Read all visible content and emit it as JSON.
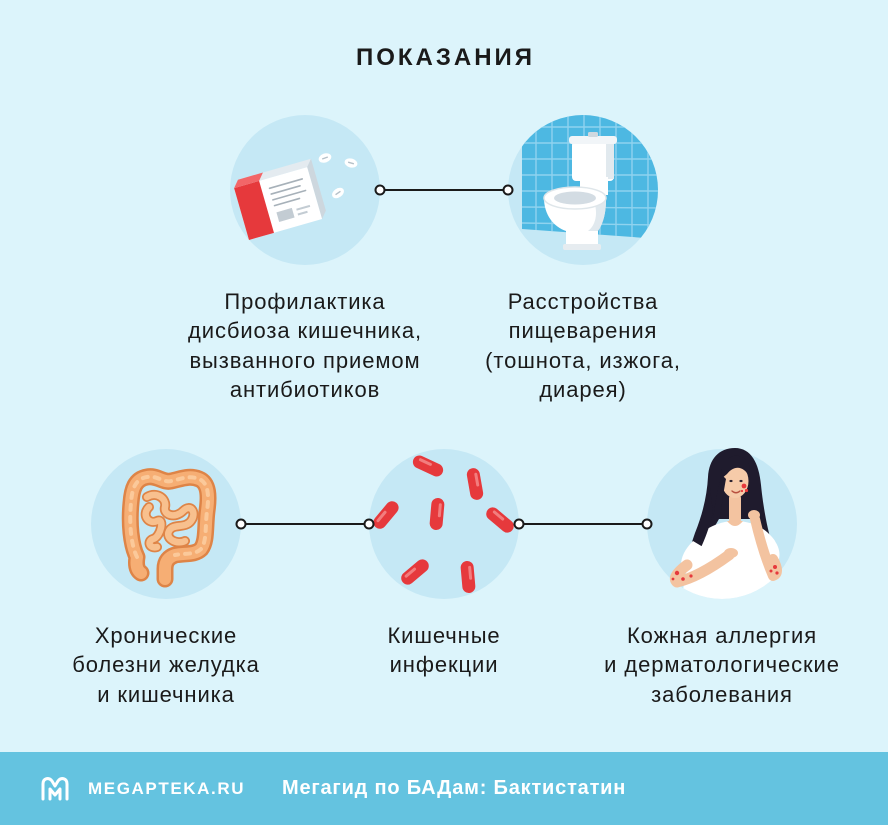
{
  "title": "ПОКАЗАНИЯ",
  "indications": [
    {
      "icon": "antibiotics-box-icon",
      "lines": [
        "Профилактика",
        "дисбиоза кишечника,",
        "вызванного приемом",
        "антибиотиков"
      ]
    },
    {
      "icon": "toilet-icon",
      "lines": [
        "Расстройства",
        "пищеварения",
        "(тошнота, изжога,",
        "диарея)"
      ]
    },
    {
      "icon": "intestines-icon",
      "lines": [
        "Хронические",
        "болезни желудка",
        "и кишечника"
      ]
    },
    {
      "icon": "bacteria-icon",
      "lines": [
        "Кишечные",
        "инфекции"
      ]
    },
    {
      "icon": "skin-allergy-woman-icon",
      "lines": [
        "Кожная аллергия",
        "и дерматологические",
        "заболевания"
      ]
    }
  ],
  "footer": {
    "logo_icon": "megapteka-logo-icon",
    "brand": "MEGAPTEKA.RU",
    "caption": "Мегагид по БАДам: Бактистатин"
  },
  "colors": {
    "background": "#dcf4fb",
    "circle": "#c5e8f5",
    "footer": "#64c3e0",
    "accent_red": "#e6393c",
    "text": "#1a1a1a"
  }
}
